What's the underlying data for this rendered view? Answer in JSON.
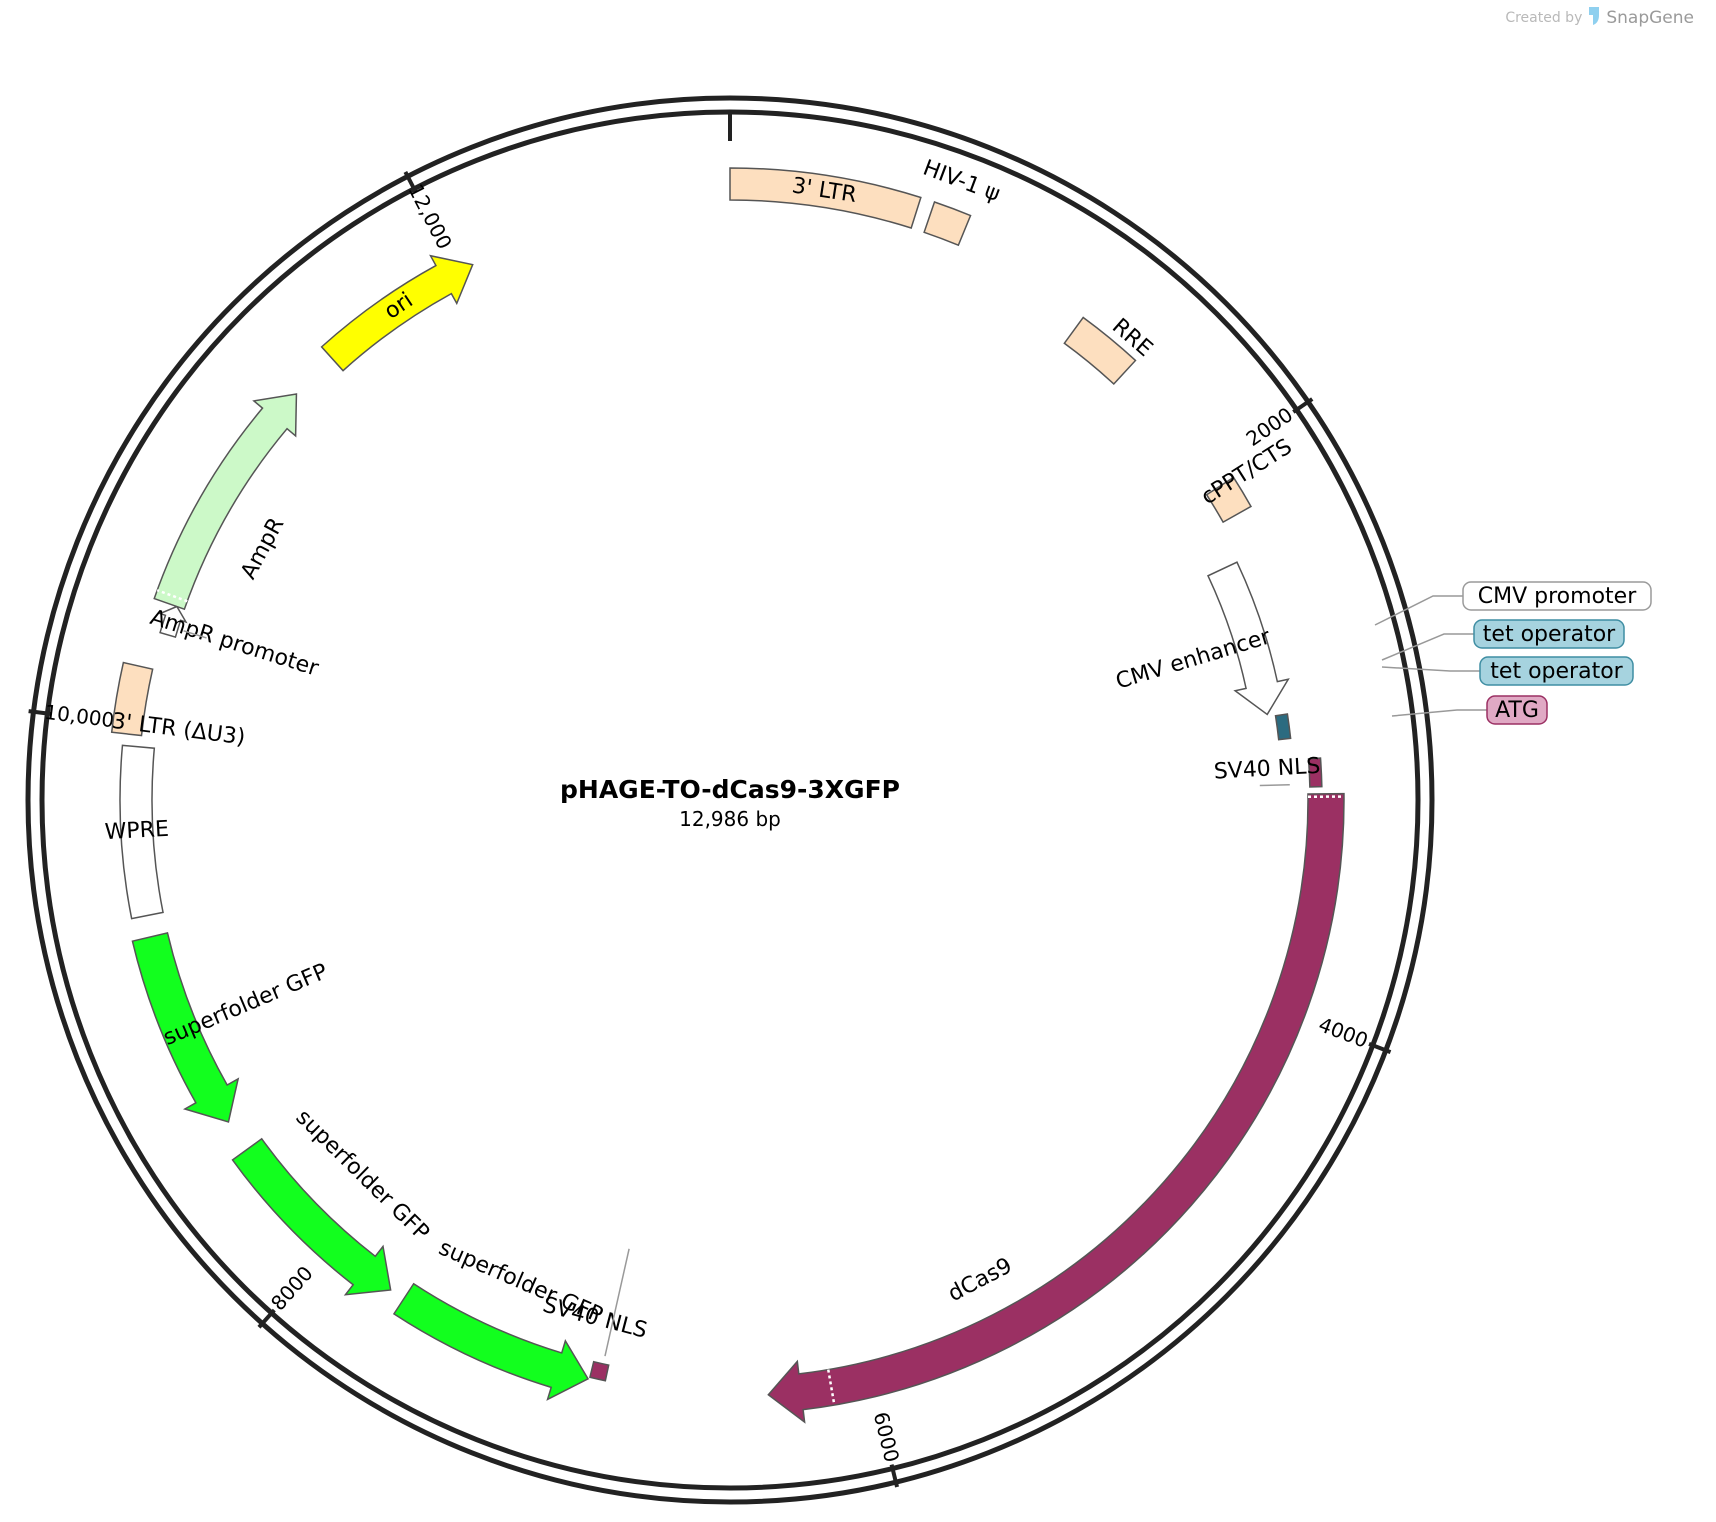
{
  "credit": {
    "prefix": "Created by",
    "brand": "SnapGene"
  },
  "plasmid": {
    "name": "pHAGE-TO-dCas9-3XGFP",
    "size_label": "12,986 bp",
    "length": 12986
  },
  "ticks": [
    {
      "pos": 2000,
      "label": "2000"
    },
    {
      "pos": 4000,
      "label": "4000"
    },
    {
      "pos": 6000,
      "label": "6000"
    },
    {
      "pos": 8000,
      "label": "8000"
    },
    {
      "pos": 10000,
      "label": "10,000"
    },
    {
      "pos": 12000,
      "label": "12,000"
    }
  ],
  "features": [
    {
      "id": "ltr5",
      "label": "3' LTR",
      "start": 0,
      "end": 634,
      "dir": 0,
      "fill": "#fddfbf",
      "label_inside": true
    },
    {
      "id": "psi",
      "label": "HIV-1 ψ",
      "start": 681,
      "end": 807,
      "dir": 0,
      "fill": "#fddfbf"
    },
    {
      "id": "rre",
      "label": "RRE",
      "start": 1306,
      "end": 1540,
      "dir": 0,
      "fill": "#fddfbf"
    },
    {
      "id": "cppt",
      "label": "cPPT/CTS",
      "start": 2069,
      "end": 2186,
      "dir": 0,
      "fill": "#fddfbf"
    },
    {
      "id": "cmvenh",
      "label": "CMV enhancer",
      "start": 2340,
      "end": 2920,
      "dir": 1,
      "fill": "#ffffff"
    },
    {
      "id": "tet",
      "label": "",
      "start": 2930,
      "end": 3020,
      "dir": 0,
      "fill": "#2b6b80"
    },
    {
      "id": "nls1",
      "label": "SV40 NLS",
      "start": 3100,
      "end": 3200,
      "dir": 0,
      "fill": "#9b3063"
    },
    {
      "id": "dcas9",
      "label": "dCas9",
      "start": 3225,
      "end": 6360,
      "dir": 1,
      "fill": "#9b3063"
    },
    {
      "id": "nls2",
      "label": "SV40 NLS",
      "start": 6930,
      "end": 6985,
      "dir": 0,
      "fill": "#9b3063"
    },
    {
      "id": "gfp1",
      "label": "superfolder GFP",
      "start": 6990,
      "end": 7690,
      "dir": -1,
      "fill": "#12ff1e"
    },
    {
      "id": "gfp2",
      "label": "superfolder GFP",
      "start": 7745,
      "end": 8445,
      "dir": -1,
      "fill": "#12ff1e"
    },
    {
      "id": "gfp3",
      "label": "superfolder GFP",
      "start": 8560,
      "end": 9260,
      "dir": -1,
      "fill": "#12ff1e"
    },
    {
      "id": "wpre",
      "label": "WPRE",
      "start": 9335,
      "end": 9925,
      "dir": 0,
      "fill": "#ffffff",
      "label_inside": true
    },
    {
      "id": "ltr3",
      "label": "3' LTR (ΔU3)",
      "start": 9965,
      "end": 10200,
      "dir": 0,
      "fill": "#fddfbf"
    },
    {
      "id": "ampprom",
      "label": "AmpR promoter",
      "start": 10330,
      "end": 10435,
      "dir": 1,
      "fill": "#ffffff"
    },
    {
      "id": "ampr",
      "label": "AmpR",
      "start": 10435,
      "end": 11295,
      "dir": 1,
      "fill": "#ccf9c8"
    },
    {
      "id": "ori",
      "label": "ori",
      "start": 11470,
      "end": 12060,
      "dir": 1,
      "fill": "#ffff00",
      "label_inside": true
    }
  ],
  "callouts": [
    {
      "label": "CMV promoter",
      "fill": "#ffffff",
      "stroke": "#9a9a9a"
    },
    {
      "label": "tet operator",
      "fill": "#a6d3df",
      "stroke": "#3f8ea3"
    },
    {
      "label": "tet operator",
      "fill": "#a6d3df",
      "stroke": "#3f8ea3"
    },
    {
      "label": "ATG",
      "fill": "#e0a9c4",
      "stroke": "#9b3063"
    }
  ]
}
